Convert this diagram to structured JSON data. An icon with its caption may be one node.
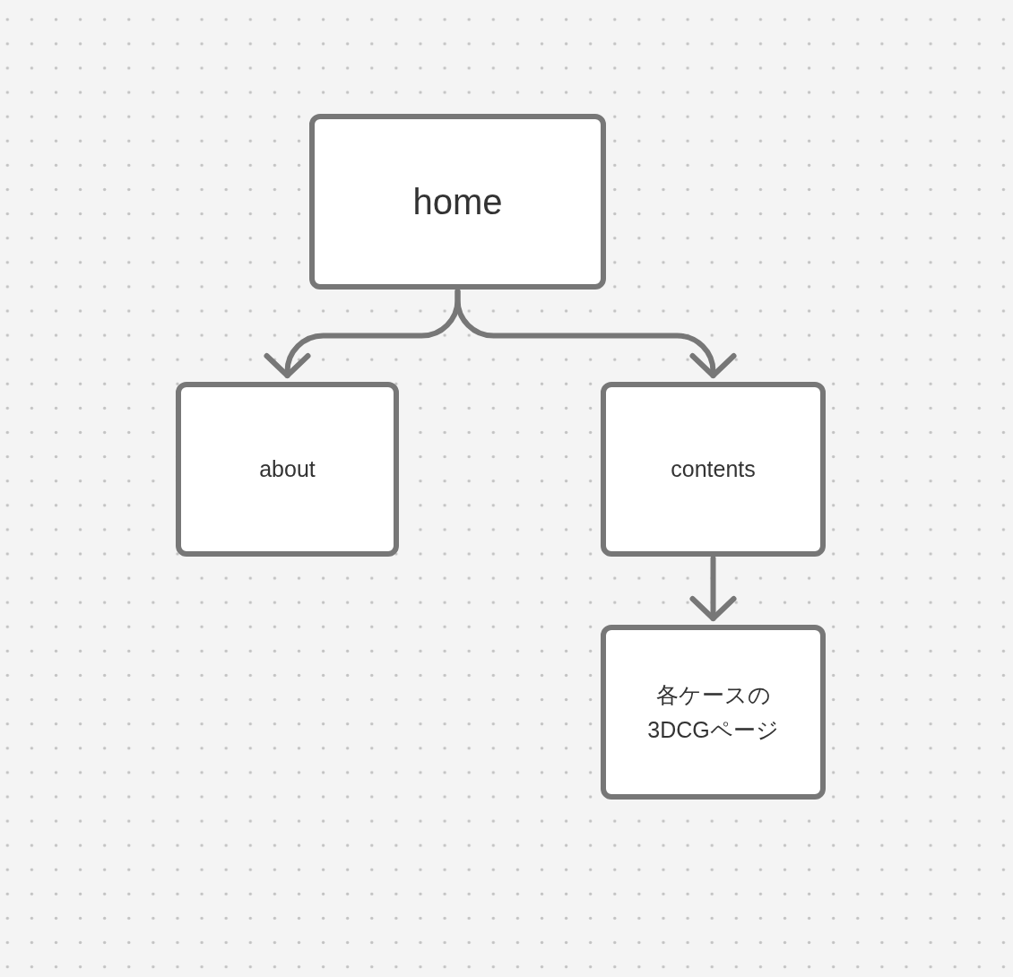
{
  "diagram": {
    "nodes": [
      {
        "text": [
          "home"
        ]
      },
      {
        "text": [
          "about"
        ]
      },
      {
        "text": [
          "contents"
        ]
      },
      {
        "text": [
          "各ケースの3DCGページ"
        ]
      }
    ],
    "edges": [
      {
        "from": 0,
        "to": 1,
        "arrow": "to"
      },
      {
        "from": 0,
        "to": 2,
        "arrow": "to"
      },
      {
        "from": 2,
        "to": 3,
        "arrow": "to"
      }
    ]
  }
}
